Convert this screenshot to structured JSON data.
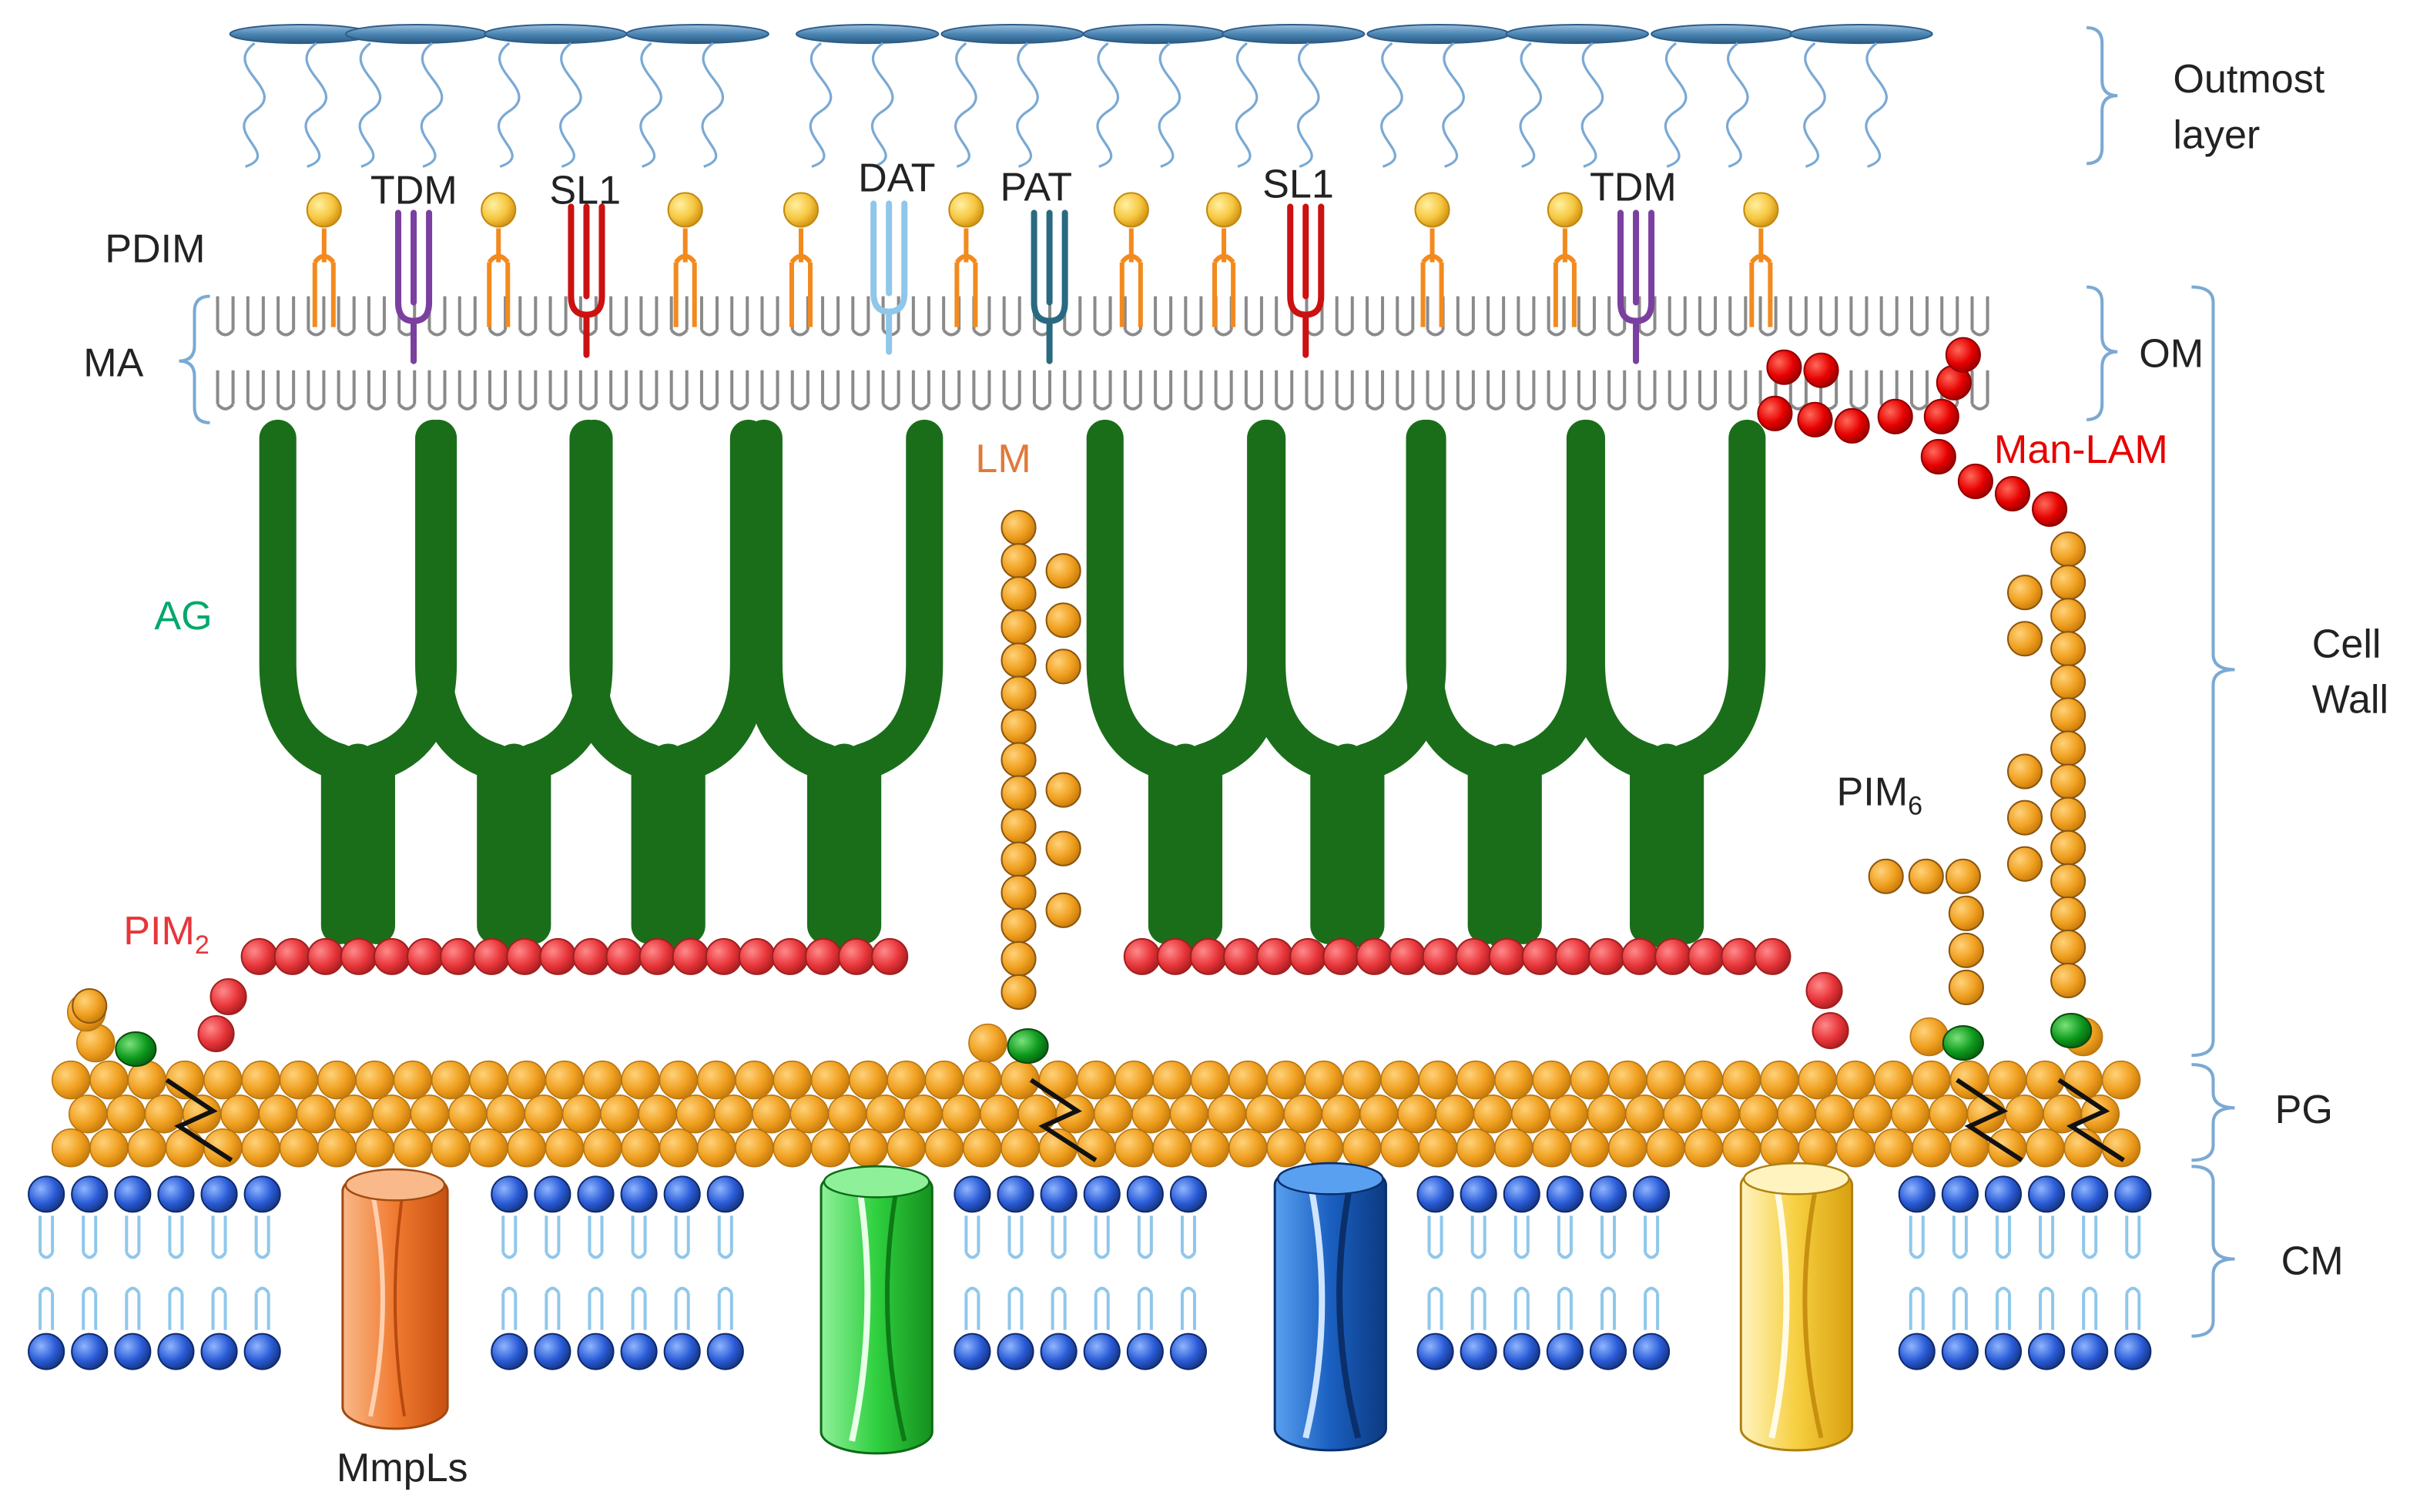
{
  "labels": {
    "outmost_layer": [
      "Outmost",
      "layer"
    ],
    "om": "OM",
    "cell_wall": [
      "Cell",
      "Wall"
    ],
    "pg": "PG",
    "cm": "CM",
    "pdim": "PDIM",
    "ma": "MA",
    "tdm": "TDM",
    "sl1": "SL1",
    "dat": "DAT",
    "pat": "PAT",
    "lm": "LM",
    "man_lam": "Man-LAM",
    "ag": "AG",
    "pim2": "PIM",
    "pim2_sub": "2",
    "pim6": "PIM",
    "pim6_sub": "6",
    "mmpls": "MmpLs"
  },
  "colors": {
    "sugar_red": "#e8353a",
    "man_lam_red": "#e60000",
    "sugar_orange": "#e8852a",
    "pg_orange": "#f0a020",
    "ag_green": "#1a6e1a",
    "lm_text": "#e07a3a",
    "ag_text": "#00a86b",
    "pim2_text": "#e8353a",
    "man_lam_text": "#e60000",
    "cm_blue": "#2a5bd7",
    "pdim_orange": "#f28a1e",
    "pdim_ball": "#f6c640",
    "tdm_purple": "#7b3fa0",
    "sl1_red": "#cc1111",
    "dat_lightblue": "#8fc7ea",
    "pat_teal": "#2a6a80",
    "bracket_blue": "#7aa9d4",
    "capsule_blue": "#4b86b4",
    "mmpl_orange": "#f07a30",
    "channel_green": "#2fcf3f",
    "channel_blue": "#1a5fc0",
    "channel_yellow": "#f6cf40"
  }
}
